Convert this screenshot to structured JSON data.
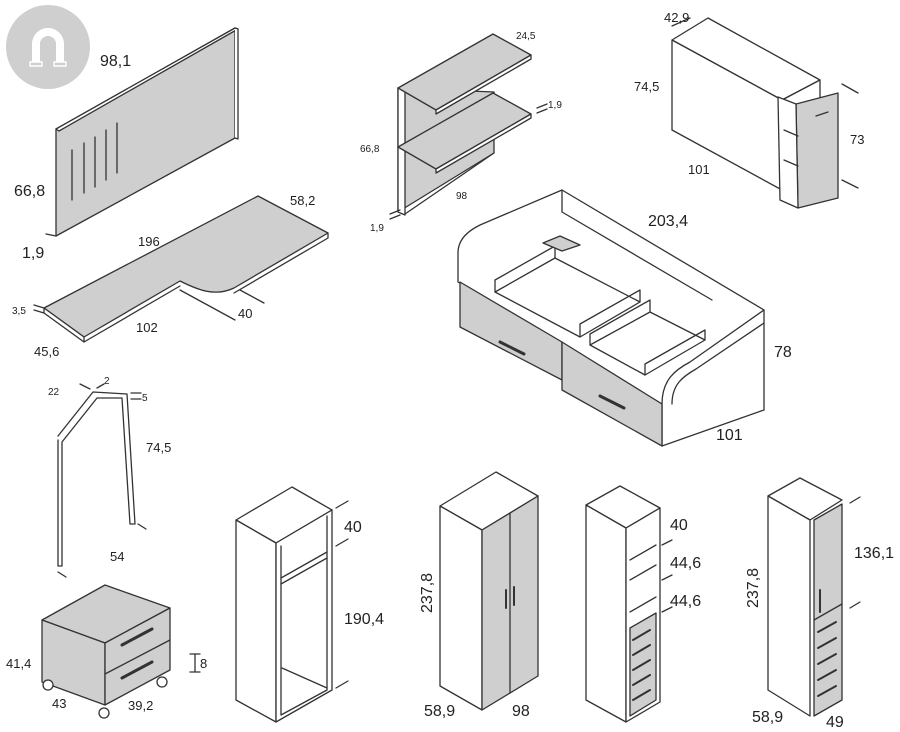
{
  "logo": {
    "icon": "magnet-icon",
    "bg_color": "#cfcfcf",
    "fg_color": "#ffffff"
  },
  "colors": {
    "line": "#333333",
    "panel_fill": "#cfcfcf",
    "white": "#ffffff"
  },
  "panel": {
    "width": "98,1",
    "height": "66,8",
    "depth": "1,9"
  },
  "desk": {
    "length": "196",
    "depth_end": "58,2",
    "thickness": "3,5",
    "front_depth": "45,6",
    "front_length": "102",
    "notch_depth": "40"
  },
  "shelf_unit": {
    "shelf_depth": "24,5",
    "shelf_thickness": "1,9",
    "height": "66,8",
    "width": "98",
    "base_thickness": "1,9"
  },
  "desk_extension": {
    "depth": "42,9",
    "height": "74,5",
    "length": "101",
    "drawer_height": "73"
  },
  "bed": {
    "length": "203,4",
    "height": "78",
    "depth": "101"
  },
  "leg": {
    "top_depth": "22",
    "top_thickness": "2",
    "top_offset": "5",
    "height": "74,5",
    "length": "54"
  },
  "nightstand": {
    "height": "41,4",
    "width": "43",
    "depth": "39,2",
    "wheel_height": "8"
  },
  "open_wardrobe": {
    "top_height": "40",
    "lower_height": "190,4"
  },
  "wardrobe": {
    "height": "237,8",
    "depth": "58,9",
    "width": "98"
  },
  "bookcase": {
    "top_height": "40",
    "mid_height_1": "44,6",
    "mid_height_2": "44,6"
  },
  "tall_cabinet": {
    "height": "237,8",
    "door_height": "136,1",
    "depth": "58,9",
    "width": "49"
  }
}
